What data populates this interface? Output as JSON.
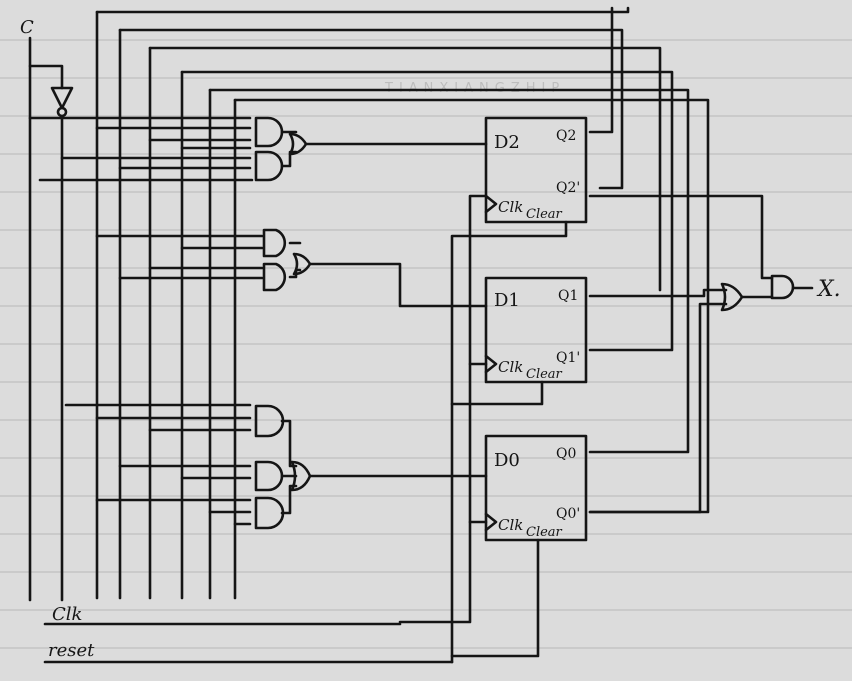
{
  "watermark": "TIANXIANGZHIP",
  "inputs": {
    "c": "C",
    "clk": "Clk",
    "reset": "reset"
  },
  "output": {
    "x": "X."
  },
  "flipflops": [
    {
      "d": "D2",
      "q": "Q2",
      "qbar": "Q2'",
      "clk": "Clk",
      "clear": "Clear"
    },
    {
      "d": "D1",
      "q": "Q1",
      "qbar": "Q1'",
      "clk": "Clk",
      "clear": "Clear"
    },
    {
      "d": "D0",
      "q": "Q0",
      "qbar": "Q0'",
      "clk": "Clk",
      "clear": "Clear"
    }
  ],
  "colors": {
    "paper": "#dcdcdc",
    "rule": "#b8b8b8",
    "ink": "#151515"
  }
}
